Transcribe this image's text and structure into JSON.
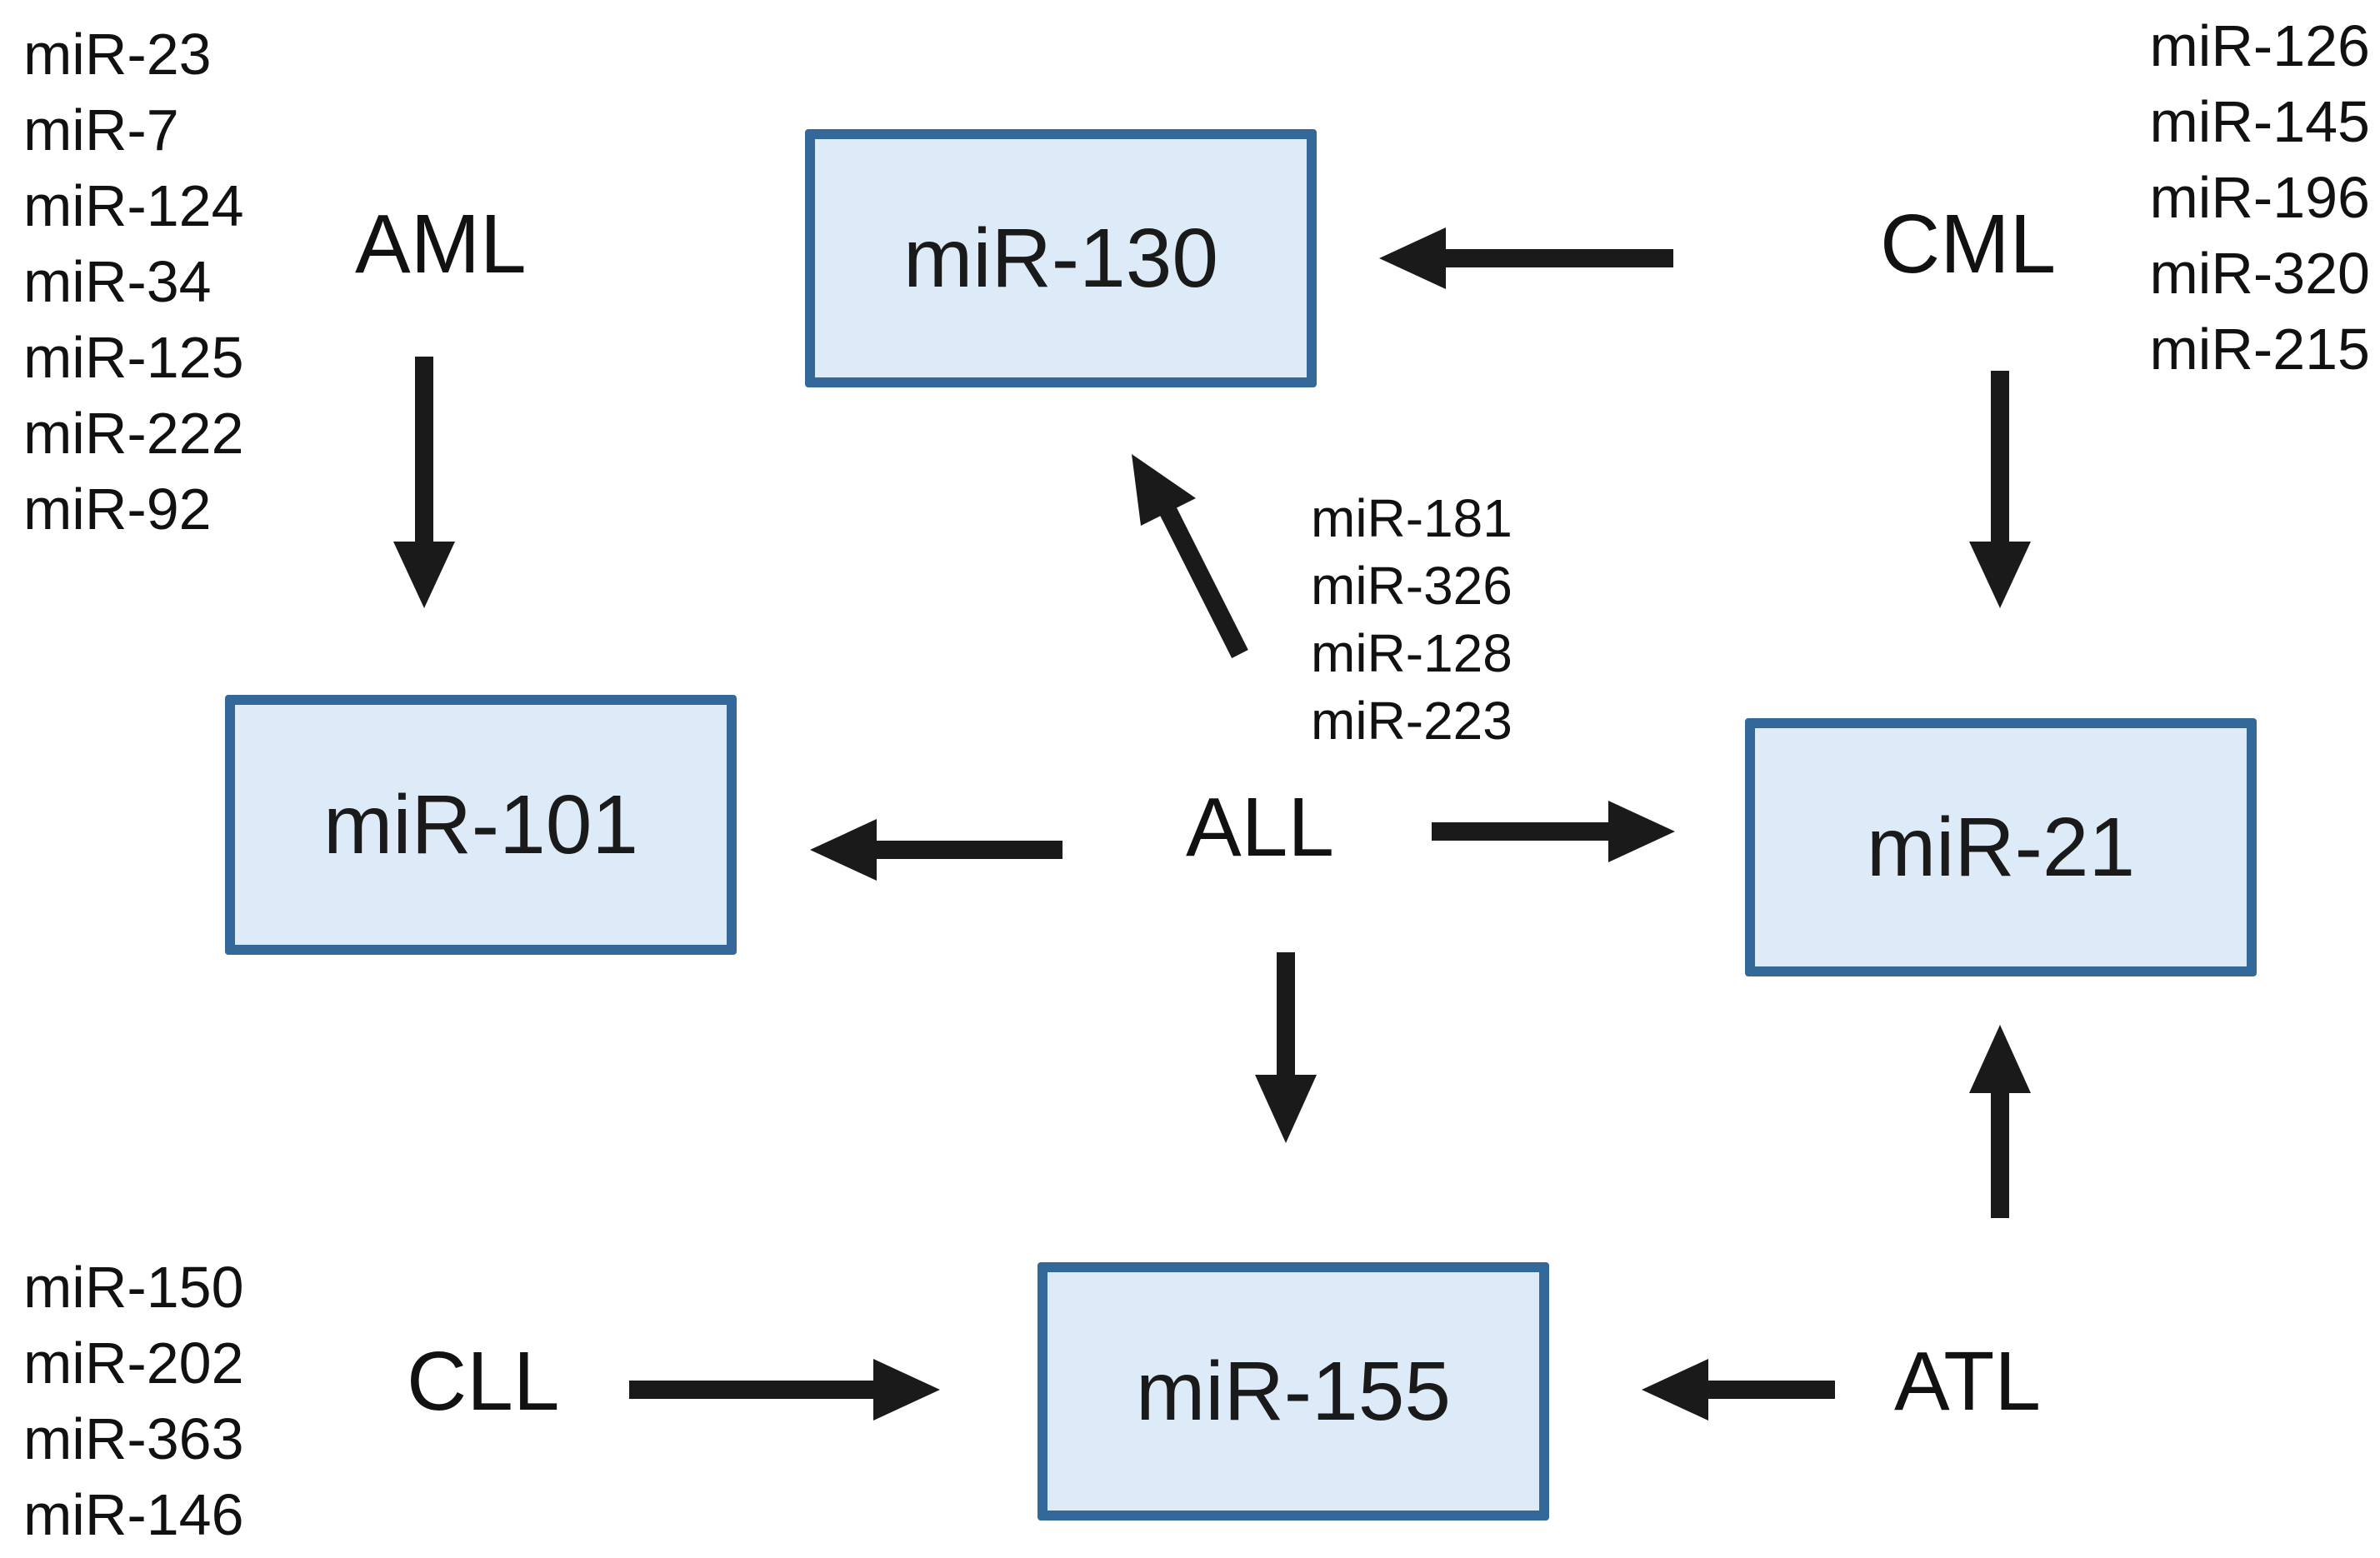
{
  "colors": {
    "box_fill": "#ddeaf7",
    "box_border": "#34689a",
    "arrow": "#1a1a1a",
    "text": "#111111"
  },
  "hubs": {
    "mir130": "miR-130",
    "mir101": "miR-101",
    "mir21": "miR-21",
    "mir155": "miR-155"
  },
  "diseases": {
    "aml": "AML",
    "cml": "CML",
    "all": "ALL",
    "cll": "CLL",
    "atl": "ATL"
  },
  "mirna_lists": {
    "aml": [
      "miR-23",
      "miR-7",
      "miR-124",
      "miR-34",
      "miR-125",
      "miR-222",
      "miR-92"
    ],
    "cml": [
      "miR-126",
      "miR-145",
      "miR-196",
      "miR-320",
      "miR-215"
    ],
    "all": [
      "miR-181",
      "miR-326",
      "miR-128",
      "miR-223"
    ],
    "cll": [
      "miR-150",
      "miR-202",
      "miR-363",
      "miR-146"
    ]
  }
}
